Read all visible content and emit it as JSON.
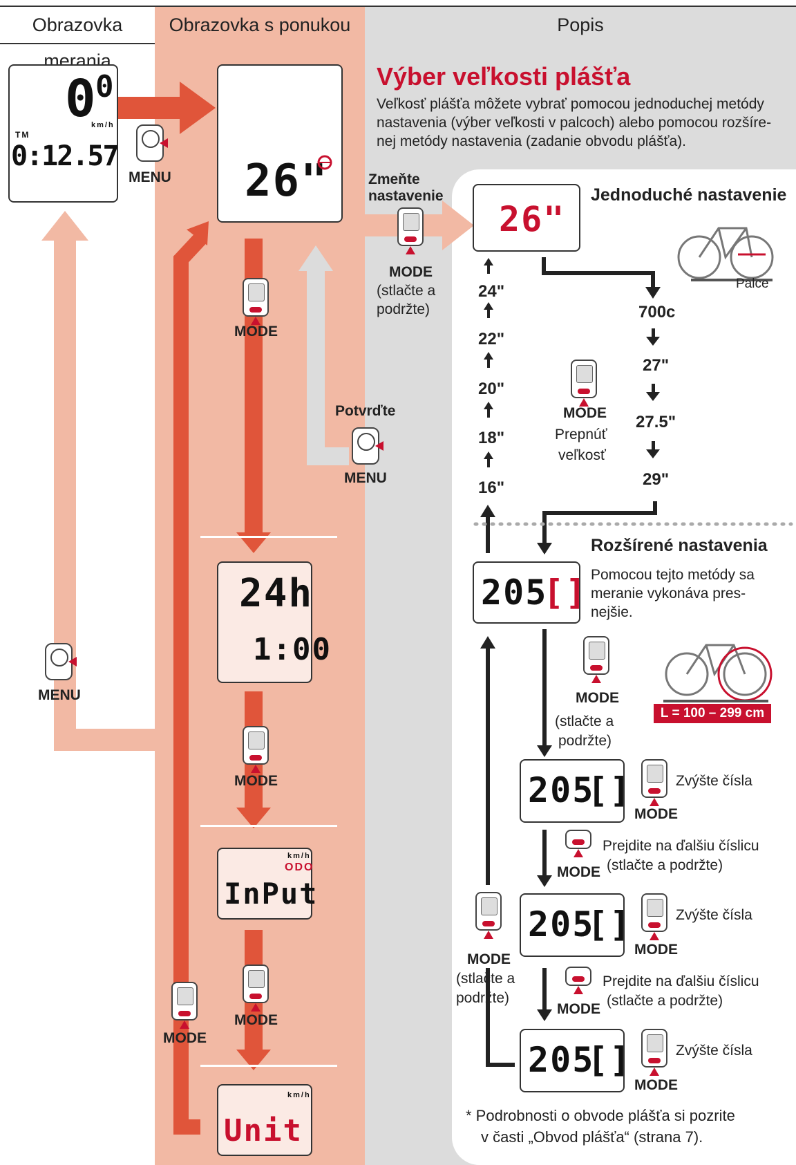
{
  "header": {
    "col1": "Obrazovka merania",
    "col2": "Obrazovka s ponukou",
    "col3": "Popis"
  },
  "measure_screen": {
    "speed": "0",
    "speed_dec": "0",
    "unit": "km/h",
    "tm_label": "TM",
    "time": "0:12.57"
  },
  "buttons": {
    "menu": "MENU",
    "mode": "MODE"
  },
  "menu_screens": {
    "tire": "26\"",
    "clock_big": "24h",
    "clock_small": "1:00",
    "input_unit": "km/h",
    "input_odo": "ODO",
    "input_word": "InPut",
    "unit_unit": "km/h",
    "unit_word": "Unit"
  },
  "labels": {
    "confirm": "Potvrďte",
    "change_line1": "Zmeňte",
    "change_line2": "nastavenie",
    "press_hold_1": "(stlačte a",
    "press_hold_2": "podržte)"
  },
  "description": {
    "title": "Výber veľkosti plášťa",
    "intro_1": "Veľkosť plášťa môžete vybrať pomocou jednoduchej metódy",
    "intro_2": "nastavenia (výber veľkosti v palcoch) alebo pomocou rozšíre-",
    "intro_3": "nej metódy nastavenia (zadanie obvodu plášťa).",
    "simple_title": "Jednoduché nastavenie",
    "inches_label": "Palce",
    "simple_display": "26\"",
    "sizes_up": [
      "24\"",
      "22\"",
      "20\"",
      "18\"",
      "16\""
    ],
    "sizes_down": [
      "700c",
      "27\"",
      "27.5\"",
      "29\""
    ],
    "switch_1": "Prepnúť",
    "switch_2": "veľkosť",
    "adv_title": "Rozšírené nastavenia",
    "adv_1": "Pomocou tejto metódy sa",
    "adv_2": "meranie vykonáva pres-",
    "adv_3": "nejšie.",
    "range": "L = 100 – 299 cm",
    "adv_display": "205",
    "increase": "Zvýšte čísla",
    "next_digit": "Prejdite na ďalšiu číslicu",
    "next_digit_2": "(stlačte a podržte)",
    "footnote_1": "*  Podrobnosti o obvode plášťa si pozrite",
    "footnote_2": "v časti „Obvod plášťa“ (strana 7)."
  },
  "colors": {
    "accent_red": "#c8102e",
    "arrow_red": "#e0553a",
    "menu_bg": "#f2b9a4",
    "desc_bg": "#dcdcdc"
  }
}
